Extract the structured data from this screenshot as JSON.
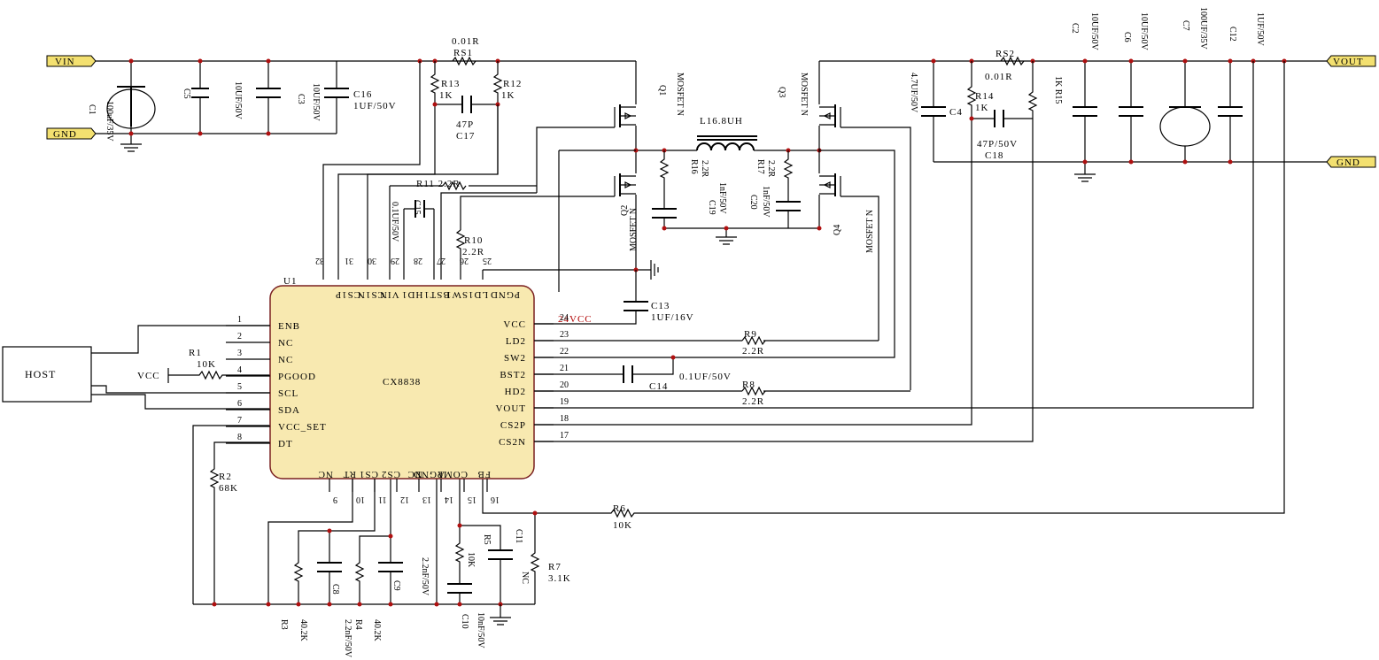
{
  "ic": {
    "ref": "U1",
    "name": "CX8838",
    "left_pins": [
      {
        "num": "1",
        "name": "ENB"
      },
      {
        "num": "2",
        "name": "NC"
      },
      {
        "num": "3",
        "name": "NC"
      },
      {
        "num": "4",
        "name": "PGOOD"
      },
      {
        "num": "5",
        "name": "SCL"
      },
      {
        "num": "6",
        "name": "SDA"
      },
      {
        "num": "7",
        "name": "VCC_SET"
      },
      {
        "num": "8",
        "name": "DT"
      }
    ],
    "right_pins": [
      {
        "num": "24",
        "name": "VCC"
      },
      {
        "num": "23",
        "name": "LD2"
      },
      {
        "num": "22",
        "name": "SW2"
      },
      {
        "num": "21",
        "name": "BST2"
      },
      {
        "num": "20",
        "name": "HD2"
      },
      {
        "num": "19",
        "name": "VOUT"
      },
      {
        "num": "18",
        "name": "CS2P"
      },
      {
        "num": "17",
        "name": "CS2N"
      }
    ],
    "top_pins": [
      {
        "num": "32",
        "name": "CS1P"
      },
      {
        "num": "31",
        "name": "CS1N"
      },
      {
        "num": "30",
        "name": "VIN"
      },
      {
        "num": "29",
        "name": "HD1"
      },
      {
        "num": "28",
        "name": "BST1"
      },
      {
        "num": "27",
        "name": "SW1"
      },
      {
        "num": "26",
        "name": "LD1"
      },
      {
        "num": "25",
        "name": "PGND"
      }
    ],
    "bottom_pins": [
      {
        "num": "9",
        "name": "NC"
      },
      {
        "num": "10",
        "name": "RT"
      },
      {
        "num": "11",
        "name": "CS1"
      },
      {
        "num": "12",
        "name": "CS2"
      },
      {
        "num": "13",
        "name": "NC"
      },
      {
        "num": "14",
        "name": "AGND"
      },
      {
        "num": "15",
        "name": "COMP"
      },
      {
        "num": "16",
        "name": "FB"
      }
    ]
  },
  "ports": {
    "vin": "VIN",
    "gnd_in": "GND",
    "vout": "VOUT",
    "gnd_out": "GND",
    "host": "HOST",
    "vcc": "VCC",
    "vcc24": "24VCC"
  },
  "inductor": "L16.8UH",
  "mosfets": {
    "q1": "Q1",
    "q2": "Q2",
    "q3": "Q3",
    "q4": "Q4",
    "type": "MOSFET N"
  },
  "components": {
    "rs1_value": "0.01R",
    "rs1_ref": "RS1",
    "rs2_ref": "RS2",
    "rs2_value": "0.01R",
    "r13_ref": "R13",
    "r13_value": "1K",
    "r12_ref": "R12",
    "r12_value": "1K",
    "c17_value": "47P",
    "c17_ref": "C17",
    "r11": "R11 2.2R",
    "r10_ref": "R10",
    "r10_value": "2.2R",
    "r14_ref": "R14",
    "r14_value": "1K",
    "c18_value": "47P/50V",
    "c18_ref": "C18",
    "c13_ref": "C13",
    "c13_value": "1UF/16V",
    "r9_ref": "R9",
    "r9_value": "2.2R",
    "c14_value": "0.1UF/50V",
    "c14_ref": "C14",
    "r8_ref": "R8",
    "r8_value": "2.2R",
    "r1_ref": "R1",
    "r1_value": "10K",
    "r2_ref": "R2",
    "r2_value": "68K",
    "r6_ref": "R6",
    "r6_value": "10K",
    "r7_ref": "R7",
    "r7_value": "3.1K",
    "c16_ref": "C16",
    "c16_value": "1UF/50V",
    "c4": "C4",
    "c1_ref": "C1",
    "c1_value": "100uF/35V",
    "c5": "C5",
    "c2_value": "10UF/50V",
    "c3_ref": "C3",
    "c3_value": "10UF/50V",
    "c15_ref": "C15",
    "c15_value": "0.1UF/50V",
    "r16_ref": "R16",
    "r16_value": "2.2R",
    "r17_ref": "R17",
    "r17_value": "2.2R",
    "c19_ref": "C19",
    "c19_value": "1nF/50V",
    "c20_ref": "C20",
    "c20_value": "1nF/50V",
    "c4_value": "4.7UF/50V",
    "r15": "1K R15",
    "c2_ref": "C2",
    "c2_out_value": "10UF/50V",
    "c6_ref": "C6",
    "c6_value": "10UF/50V",
    "c7_ref": "C7",
    "c7_value": "100UF/35V",
    "c12_ref": "C12",
    "c12_value": "1UF/50V",
    "r3_ref": "R3",
    "r3_value": "40.2K",
    "c8_ref": "C8",
    "c8_value": "2.2nF/50V",
    "r4_ref": "R4",
    "r4_value": "40.2K",
    "c9_ref": "C9",
    "c_mid_value": "2.2nF/50V",
    "r5_ref": "R5",
    "r5_value": "10K",
    "c11_ref": "C11",
    "c11_value": "NC",
    "c10_ref": "C10",
    "c10_value": "10nF/50V"
  },
  "colors": {
    "ic_fill": "#f8e9b0",
    "ic_border": "#7a2020",
    "port_tag": "#f3e070",
    "junction": "#b01010",
    "vcc24_text": "#b00000"
  }
}
